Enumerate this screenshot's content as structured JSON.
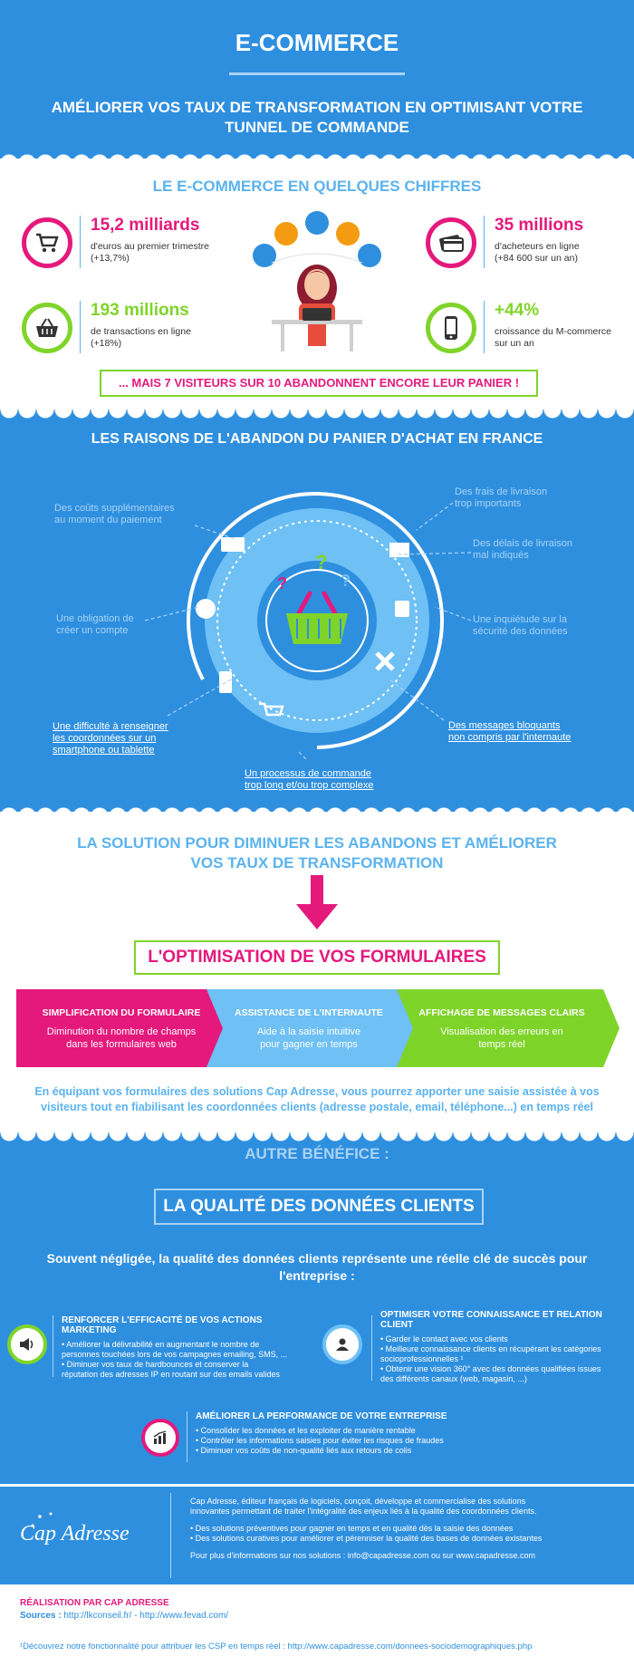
{
  "header": {
    "title": "E-COMMERCE",
    "subtitle_line1": "AMÉLIORER VOS TAUX DE TRANSFORMATION EN OPTIMISANT VOTRE",
    "subtitle_line2": "TUNNEL DE COMMANDE"
  },
  "figures": {
    "heading": "LE E-COMMERCE EN QUELQUES CHIFFRES",
    "items": [
      {
        "icon": "cart-icon",
        "number": "15,2 milliards",
        "line1": "d'euros au premier trimestre",
        "line2": "(+13,7%)",
        "color": "#e5197c"
      },
      {
        "icon": "basket-icon",
        "number": "193 millions",
        "line1": "de transactions en ligne",
        "line2": "(+18%)",
        "color": "#7fd42a"
      },
      {
        "icon": "credit-card-icon",
        "number": "35 millions",
        "line1": "d'acheteurs en ligne",
        "line2": "(+84 600 sur un an)",
        "color": "#e5197c"
      },
      {
        "icon": "smartphone-icon",
        "number": "+44%",
        "line1": "croissance du M-commerce",
        "line2": "sur un an",
        "color": "#7fd42a"
      }
    ],
    "callout": "... MAIS 7 VISITEURS SUR 10 ABANDONNENT ENCORE LEUR PANIER !"
  },
  "reasons": {
    "heading": "LES RAISONS DE L'ABANDON DU PANIER D'ACHAT EN FRANCE",
    "items": [
      {
        "line1": "Des coûts supplémentaires",
        "line2": "au moment du paiement",
        "line3": ""
      },
      {
        "line1": "Une obligation de",
        "line2": "créer un compte",
        "line3": ""
      },
      {
        "line1": "Une difficulté à renseigner",
        "line2": "les coordonnées sur un",
        "line3": "smartphone ou tablette"
      },
      {
        "line1": "Un processus de commande",
        "line2": "trop long et/ou trop complexe",
        "line3": ""
      },
      {
        "line1": "Des messages bloquants",
        "line2": "non compris par l'internaute",
        "line3": ""
      },
      {
        "line1": "Une inquiétude sur la",
        "line2": "sécurité des données",
        "line3": ""
      },
      {
        "line1": "Des délais de livraison",
        "line2": "mal indiqués",
        "line3": ""
      },
      {
        "line1": "Des frais de livraison",
        "line2": "trop importants",
        "line3": ""
      }
    ]
  },
  "solution": {
    "heading_line1": "LA SOLUTION POUR DIMINUER LES ABANDONS ET AMÉLIORER",
    "heading_line2": "VOS TAUX DE TRANSFORMATION",
    "box": "L'OPTIMISATION DE VOS FORMULAIRES",
    "steps": [
      {
        "title": "SIMPLIFICATION DU FORMULAIRE",
        "line1": "Diminution du nombre de champs",
        "line2": "dans les formulaires web",
        "color": "#e5197c"
      },
      {
        "title": "ASSISTANCE DE L'INTERNAUTE",
        "line1": "Aide à la saisie intuitive",
        "line2": "pour gagner en temps",
        "color": "#6ec0f5"
      },
      {
        "title": "AFFICHAGE DE MESSAGES CLAIRS",
        "line1": "Visualisation des erreurs en",
        "line2": "temps réel",
        "color": "#7fd42a"
      }
    ],
    "text_line1": "En équipant vos formulaires des solutions Cap Adresse, vous pourrez apporter une saisie assistée à vos",
    "text_line2": "visiteurs tout en fiabilisant les coordonnées clients (adresse postale, email, téléphone...) en temps réel"
  },
  "benefit": {
    "heading": "AUTRE BÉNÉFICE :",
    "box": "LA QUALITÉ DES DONNÉES CLIENTS",
    "intro_line1": "Souvent négligée, la qualité des données clients représente une réelle clé de succès pour",
    "intro_line2": "l'entreprise :",
    "marketing": {
      "title": "RENFORCER L'EFFICACITÉ DE VOS ACTIONS MARKETING",
      "b1_l1": "• Améliorer la délivrabilité en augmentant le nombre de",
      "b1_l2": "personnes touchées lors de vos campagnes emailing, SMS, ...",
      "b2_l1": "• Diminuer vos taux de hardbounces et conserver la",
      "b2_l2": "réputation des adresses IP en routant sur des emails valides"
    },
    "knowledge": {
      "title": "OPTIMISER VOTRE CONNAISSANCE ET RELATION CLIENT",
      "b1": "• Garder le contact avec vos clients",
      "b2_l1": "• Meilleure connaissance clients en récupérant les catégories",
      "b2_l2": "socioprofessionnelles ¹",
      "b3_l1": "• Obtenir une vision 360° avec des données qualifiées issues",
      "b3_l2": "des différents canaux (web, magasin, ...)"
    },
    "performance": {
      "title": "AMÉLIORER LA PERFORMANCE DE VOTRE ENTREPRISE",
      "b1": "• Consolider les données et les exploiter de manière rentable",
      "b2": "• Contrôler les informations saisies pour éviter les risques de fraudes",
      "b3": "• Diminuer vos coûts de non-qualité liés aux retours de colis"
    }
  },
  "footer": {
    "logo": "Cap Adresse",
    "desc_line1": "Cap Adresse, éditeur français de logiciels, conçoit, développe et commercialise des solutions",
    "desc_line2": "innovantes permettant de traiter l'intégralité des enjeux liés à la qualité des coordonnées clients.",
    "b1": "• Des solutions préventives pour gagner en temps et en qualité dès la saisie des données",
    "b2": "• Des solutions curatives pour améliorer et pérenniser la qualité des bases de données existantes",
    "contact": "Pour plus d'informations sur nos solutions : info@capadresse.com ou sur www.capadresse.com",
    "credit": "RÉALISATION PAR CAP ADRESSE",
    "sources_label": "Sources :",
    "sources": " http://lkconseil.fr/ - http://www.fevad.com/",
    "note": "¹Découvrez notre fonctionnalité pour attribuer les CSP en temps réel : http://www.capadresse.com/donnees-sociodemographiques.php"
  },
  "colors": {
    "blue": "#2e8fdf",
    "pink": "#e5197c",
    "green": "#7fd42a",
    "light_blue": "#6ec0f5"
  }
}
